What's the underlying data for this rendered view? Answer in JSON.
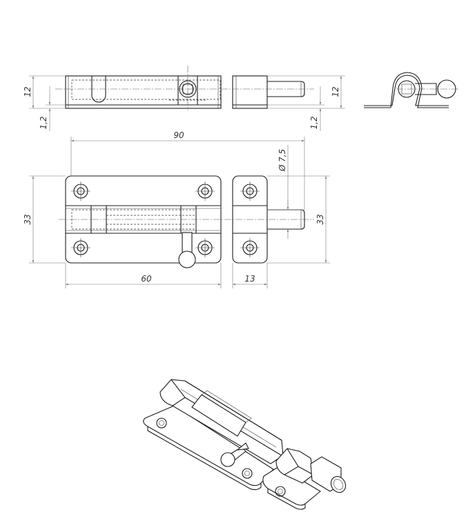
{
  "dimensions": {
    "thickness_left": "12",
    "thickness_right": "12",
    "sheet_left": "1,2",
    "sheet_right": "1,2",
    "overall_length": "90",
    "bolt_diameter": "Ø 7,5",
    "height_left": "33",
    "height_right": "33",
    "base_length": "60",
    "keeper_length": "13"
  }
}
